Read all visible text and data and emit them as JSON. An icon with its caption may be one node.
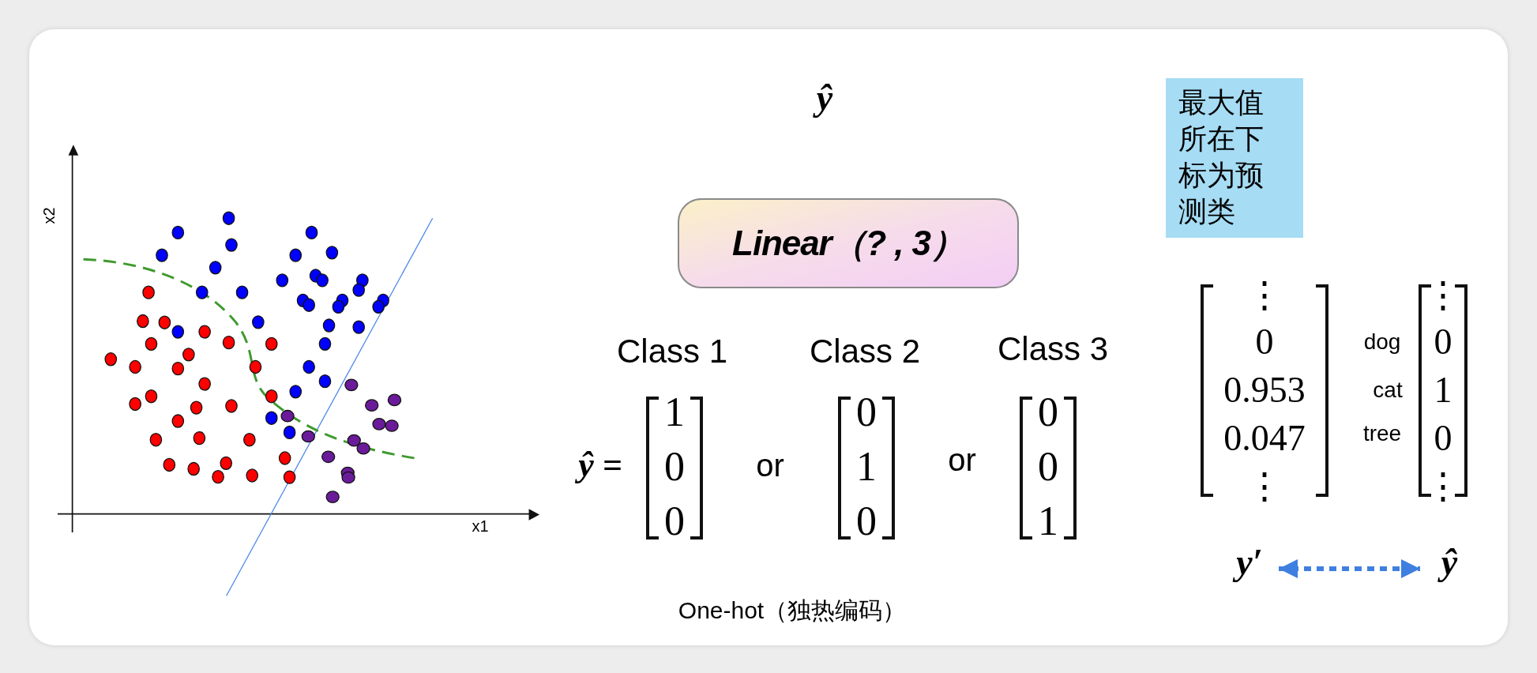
{
  "diagram": {
    "nodes": [
      {
        "text": [
          "Linear（? , 3）"
        ]
      },
      {
        "text": [
          "最大值所在下标为预测类"
        ]
      },
      {
        "text": [
          "y′"
        ]
      },
      {
        "text": [
          "ŷ"
        ]
      }
    ],
    "edges": [
      {
        "from": 2,
        "to": 3,
        "arrow": "both",
        "style": "dashed",
        "color": "#3f7fe0"
      }
    ],
    "labels": [
      "ŷ",
      "x2",
      "x1",
      "Class 1",
      "Class 2",
      "Class 3",
      "ŷ =",
      "1",
      "0",
      "0",
      "or",
      "0",
      "1",
      "0",
      "or",
      "0",
      "0",
      "1",
      "One-hot（独热编码）",
      "⋮",
      "0",
      "0.953",
      "0.047",
      "⋮",
      "⋮",
      "dog",
      "0",
      "cat",
      "1",
      "tree",
      "0",
      "⋮"
    ]
  }
}
